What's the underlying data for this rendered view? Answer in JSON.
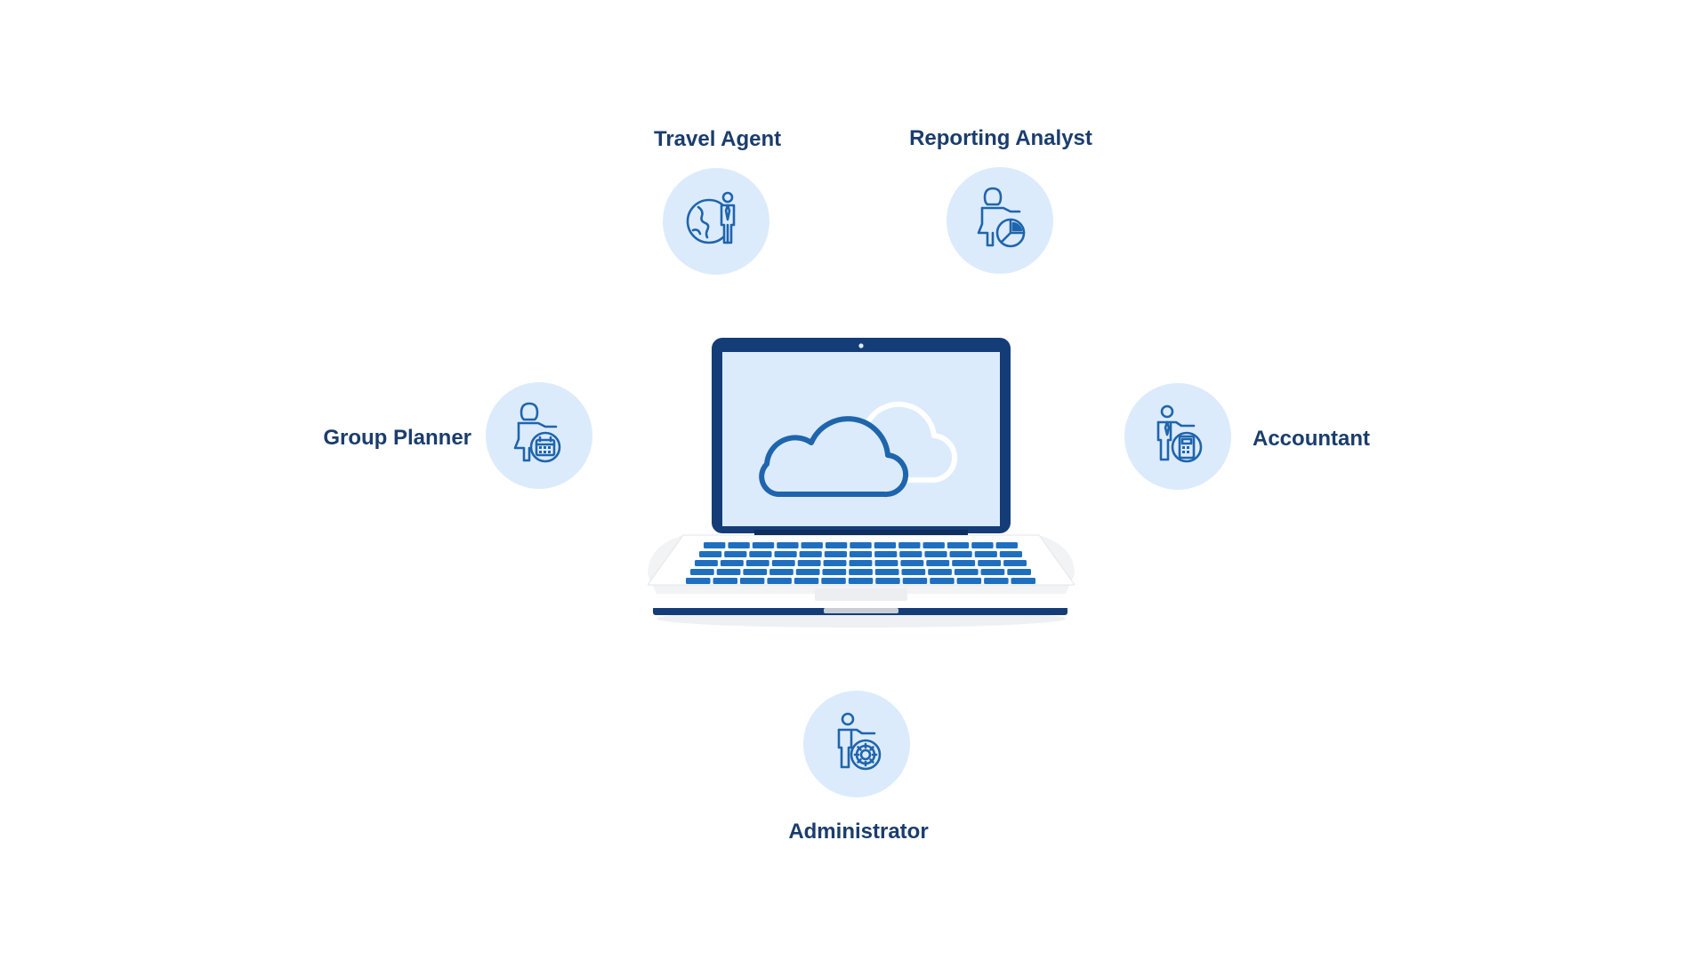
{
  "roles": {
    "travel_agent": {
      "label": "Travel Agent",
      "icon": "globe-person-icon"
    },
    "reporting_analyst": {
      "label": "Reporting Analyst",
      "icon": "person-pie-chart-icon"
    },
    "group_planner": {
      "label": "Group Planner",
      "icon": "person-calendar-icon"
    },
    "accountant": {
      "label": "Accountant",
      "icon": "person-calculator-icon"
    },
    "administrator": {
      "label": "Administrator",
      "icon": "person-gear-icon"
    }
  },
  "center": {
    "icon": "laptop-cloud-icon"
  },
  "colors": {
    "label_text": "#1b3d6d",
    "circle_fill": "#dcebfb",
    "icon_stroke": "#1f65ad",
    "laptop_frame": "#143d78",
    "laptop_screen": "#dcebfb",
    "keyboard_keys": "#1f6fc0"
  }
}
